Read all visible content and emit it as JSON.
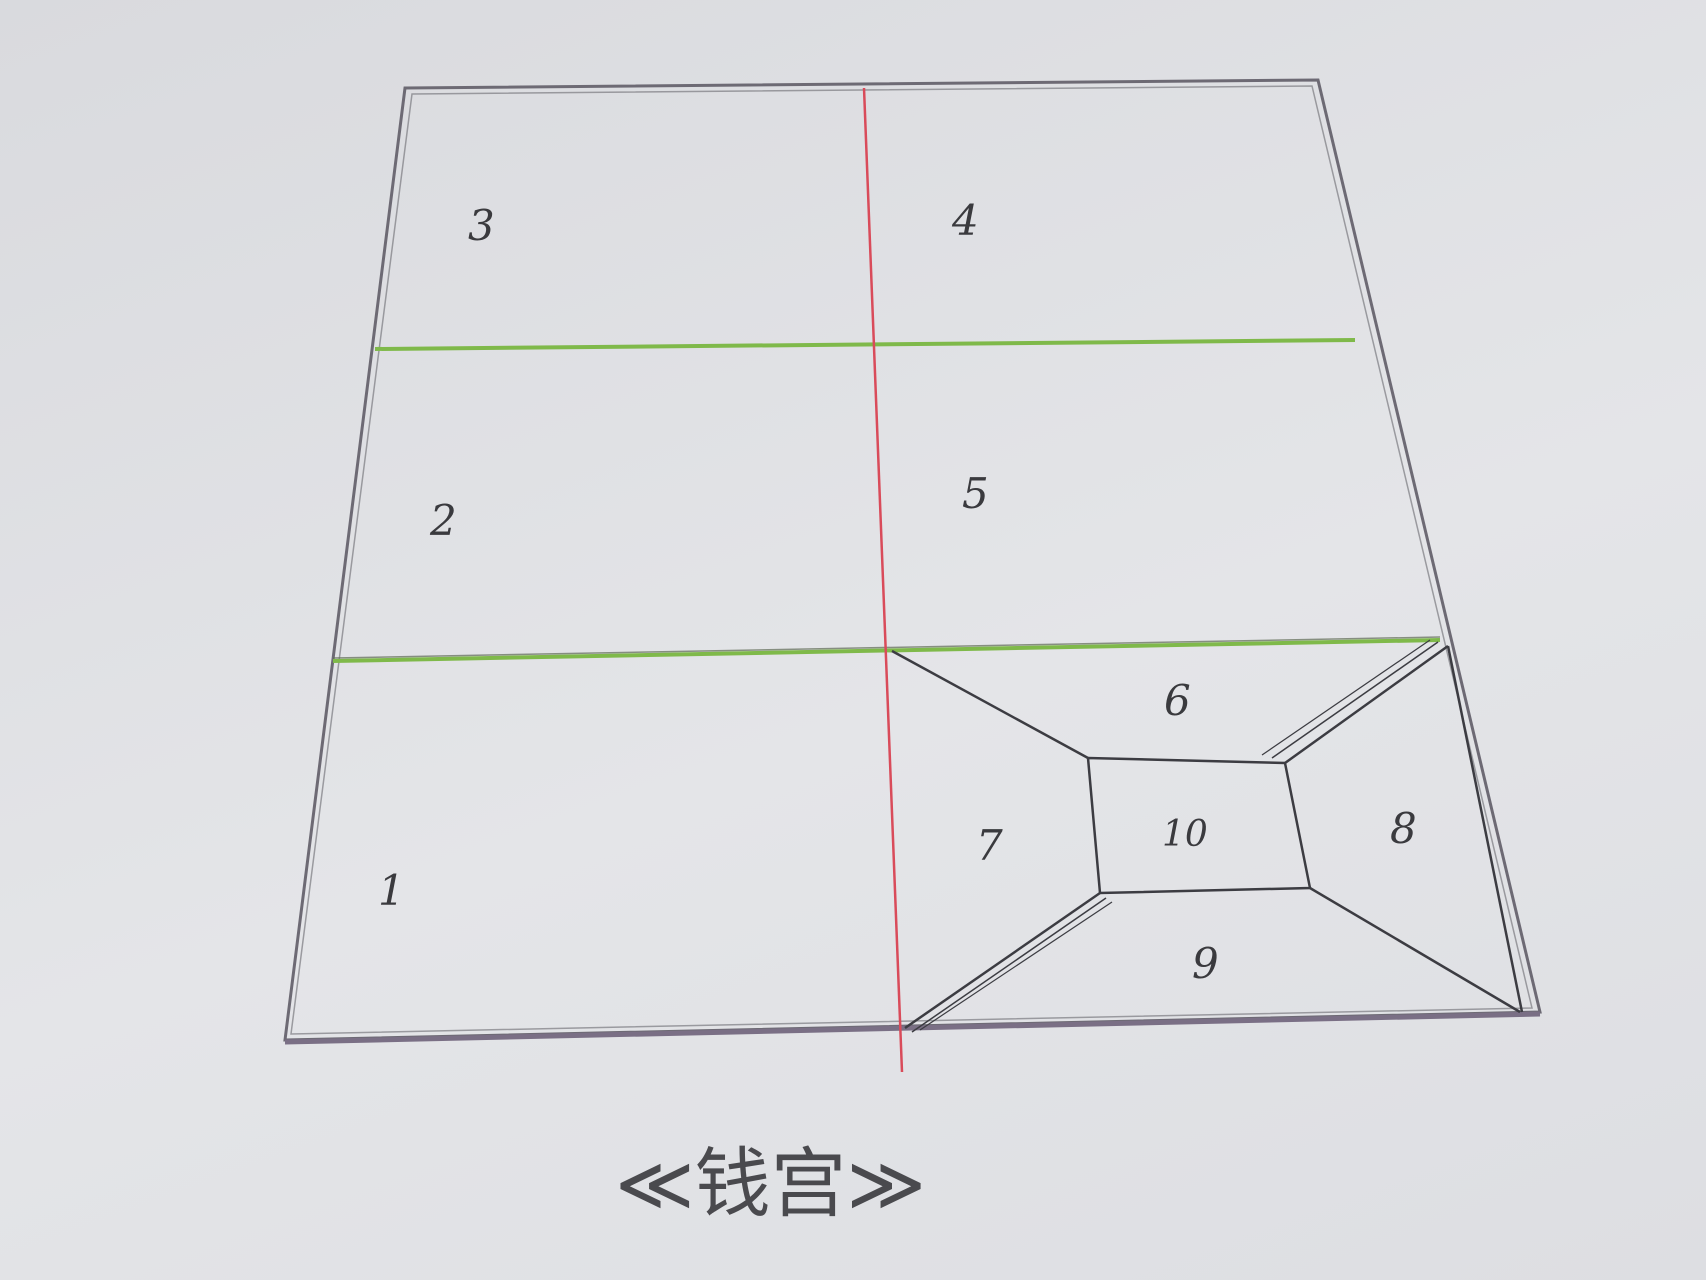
{
  "title": "≪钱宫≫",
  "regions": {
    "r1": "1",
    "r2": "2",
    "r3": "3",
    "r4": "4",
    "r5": "5",
    "r6": "6",
    "r7": "7",
    "r8": "8",
    "r9": "9",
    "r10": "10"
  },
  "colors": {
    "pencil": "#5a5a60",
    "outer_border": "#7a6f85",
    "center_line": "#d94b5a",
    "divider_lines": "#7fb94a",
    "paper": "#e2e3e6"
  }
}
